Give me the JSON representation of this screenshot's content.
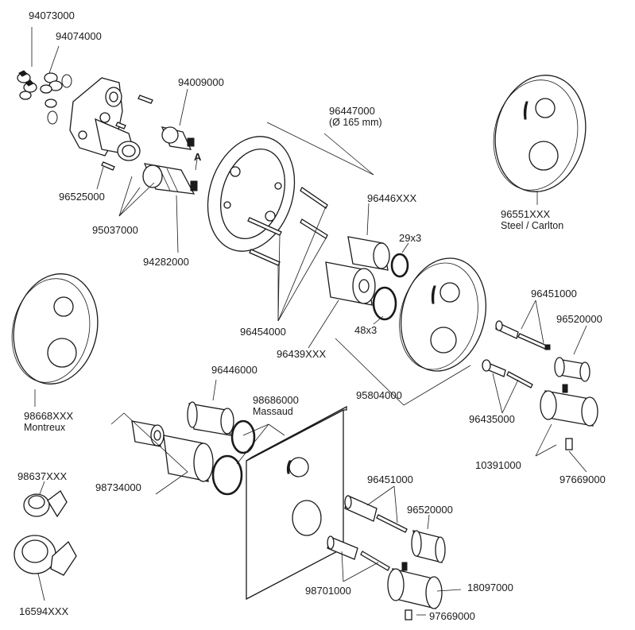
{
  "labels": {
    "p94073000": "94073000",
    "p94074000": "94074000",
    "p94009000": "94009000",
    "p96525000": "96525000",
    "p95037000": "95037000",
    "p94282000": "94282000",
    "marker_a": "A",
    "p96447000": "96447000",
    "p96447000_size": "(Ø 165 mm)",
    "p96446xxx": "96446XXX",
    "p29x3": "29x3",
    "p48x3": "48x3",
    "p96454000": "96454000",
    "p96439xxx": "96439XXX",
    "p96551xxx": "96551XXX",
    "p96551xxx_variant": "Steel / Carlton",
    "p96451000_top": "96451000",
    "p96520000_top": "96520000",
    "p95804000": "95804000",
    "p96435000": "96435000",
    "p10391000": "10391000",
    "p97669000_top": "97669000",
    "p98668xxx": "98668XXX",
    "p98668xxx_variant": "Montreux",
    "p96446000": "96446000",
    "p98686000": "98686000",
    "p98686000_variant": "Massaud",
    "p98734000": "98734000",
    "p98637xxx": "98637XXX",
    "p16594xxx": "16594XXX",
    "p96451000_bottom": "96451000",
    "p96520000_bottom": "96520000",
    "p18097000": "18097000",
    "p98701000": "98701000",
    "p97669000_bottom": "97669000"
  }
}
